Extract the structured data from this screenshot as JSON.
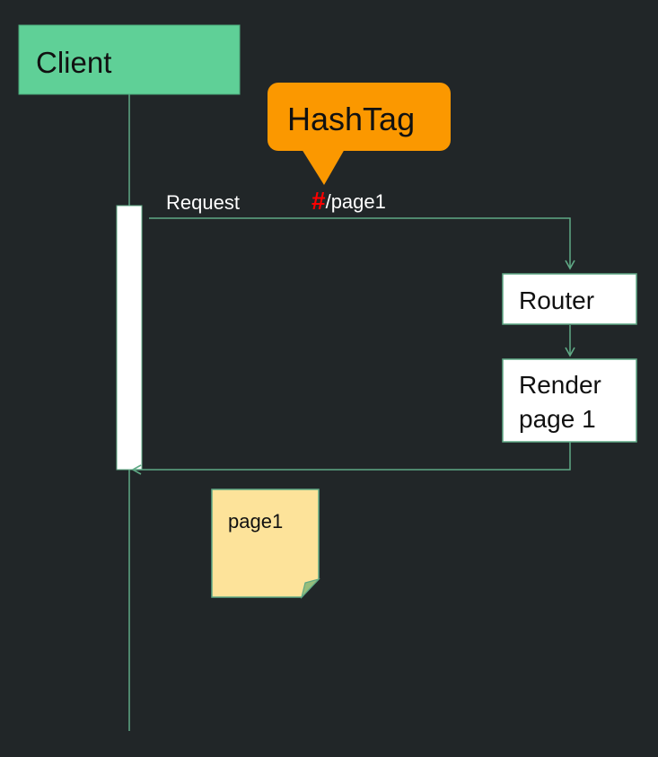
{
  "client": {
    "label": "Client"
  },
  "callout": {
    "label": "HashTag"
  },
  "request": {
    "label": "Request",
    "hash_symbol": "#",
    "path": "/page1"
  },
  "router": {
    "label": "Router"
  },
  "render": {
    "line1": "Render",
    "line2": "page 1"
  },
  "note": {
    "label": "page1"
  },
  "colors": {
    "background": "#212628",
    "client_fill": "#5fd097",
    "line_green": "#5fa985",
    "callout_orange": "#fb9800",
    "hash_red": "#ff0000",
    "note_fill": "#fde39a",
    "note_fold": "#97bd7b",
    "box_fill": "#ffffff"
  }
}
